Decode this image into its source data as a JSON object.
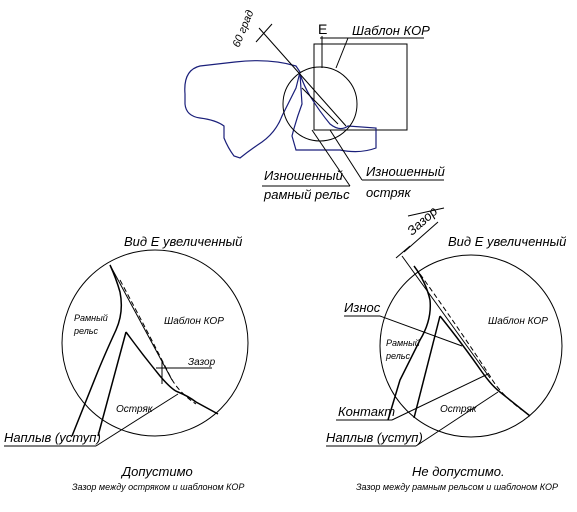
{
  "top": {
    "angle": "60 град",
    "view_letter": "Е",
    "template": "Шаблон КОР",
    "worn_stock_rail": [
      "Изношенный",
      "рамный рельс"
    ],
    "worn_switch_rail": [
      "Изношенный",
      "остряк"
    ]
  },
  "left": {
    "heading": "Вид Е увеличенный",
    "stock_rail": [
      "Рамный",
      "рельс"
    ],
    "template": "Шаблон КОР",
    "gap": "Зазор",
    "switch_rail": "Остряк",
    "overlap": "Наплыв (уступ)",
    "verdict": "Допустимо",
    "caption": "Зазор между остряком и шаблоном КОР"
  },
  "right": {
    "heading": "Вид Е увеличенный",
    "gap": "Зазор",
    "wear": "Износ",
    "stock_rail": [
      "Рамный",
      "рельс"
    ],
    "template": "Шаблон КОР",
    "switch_rail": "Остряк",
    "contact": "Контакт",
    "overlap": "Наплыв (уступ)",
    "verdict": "Не допустимо.",
    "caption": "Зазор между рамным рельсом и шаблоном КОР"
  }
}
